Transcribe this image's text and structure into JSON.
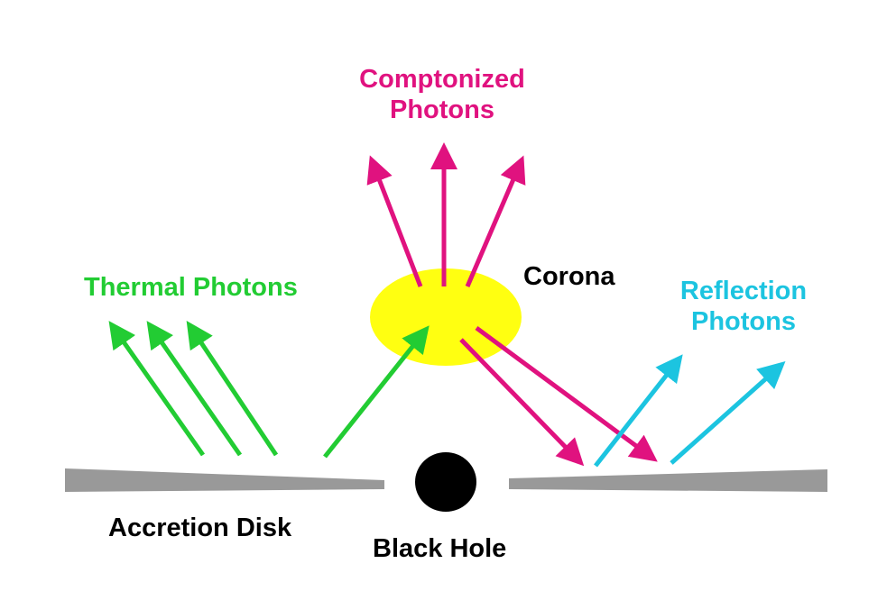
{
  "labels": {
    "comptonized_line1": "Comptonized",
    "comptonized_line2": "Photons",
    "thermal": "Thermal Photons",
    "corona": "Corona",
    "reflection_line1": "Reflection",
    "reflection_line2": "Photons",
    "accretion_disk": "Accretion Disk",
    "black_hole": "Black Hole"
  },
  "colors": {
    "thermal": "#22cc33",
    "comptonized": "#e0127f",
    "reflection": "#1cc4e0",
    "corona": "#ffff11",
    "disk": "#999999",
    "black_hole": "#000000",
    "text": "#000000"
  }
}
